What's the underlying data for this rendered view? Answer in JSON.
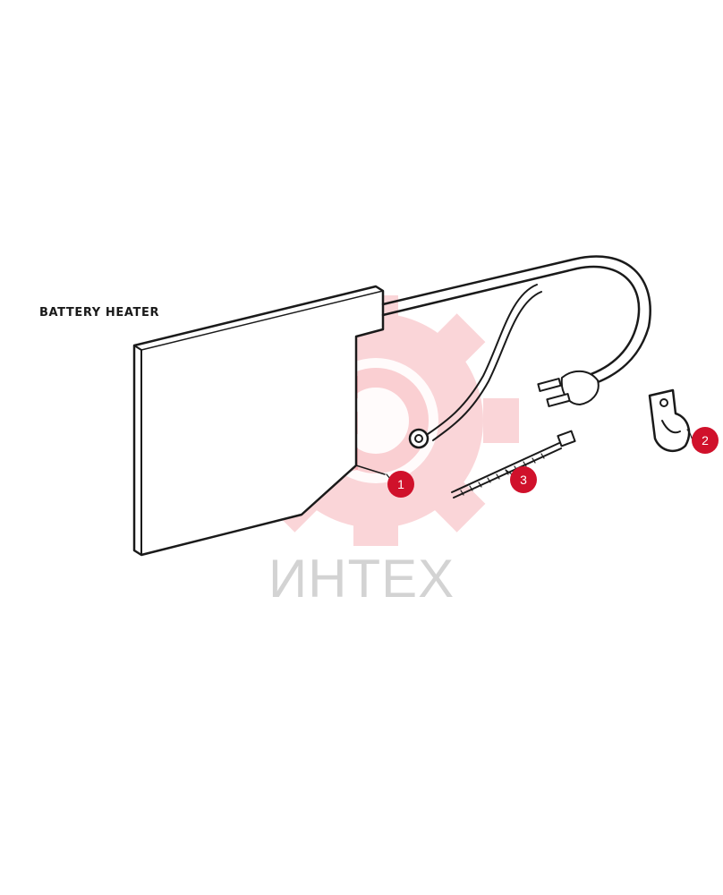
{
  "diagram": {
    "title": "BATTERY HEATER",
    "callouts": [
      {
        "id": "1",
        "part": "heater-pad"
      },
      {
        "id": "2",
        "part": "cable-clamp"
      },
      {
        "id": "3",
        "part": "cable-tie"
      }
    ],
    "watermark": {
      "text": "ИНТЕХ",
      "color": "#e8323f"
    },
    "colors": {
      "callout": "#d0112b",
      "line": "#1a1a1a"
    }
  }
}
